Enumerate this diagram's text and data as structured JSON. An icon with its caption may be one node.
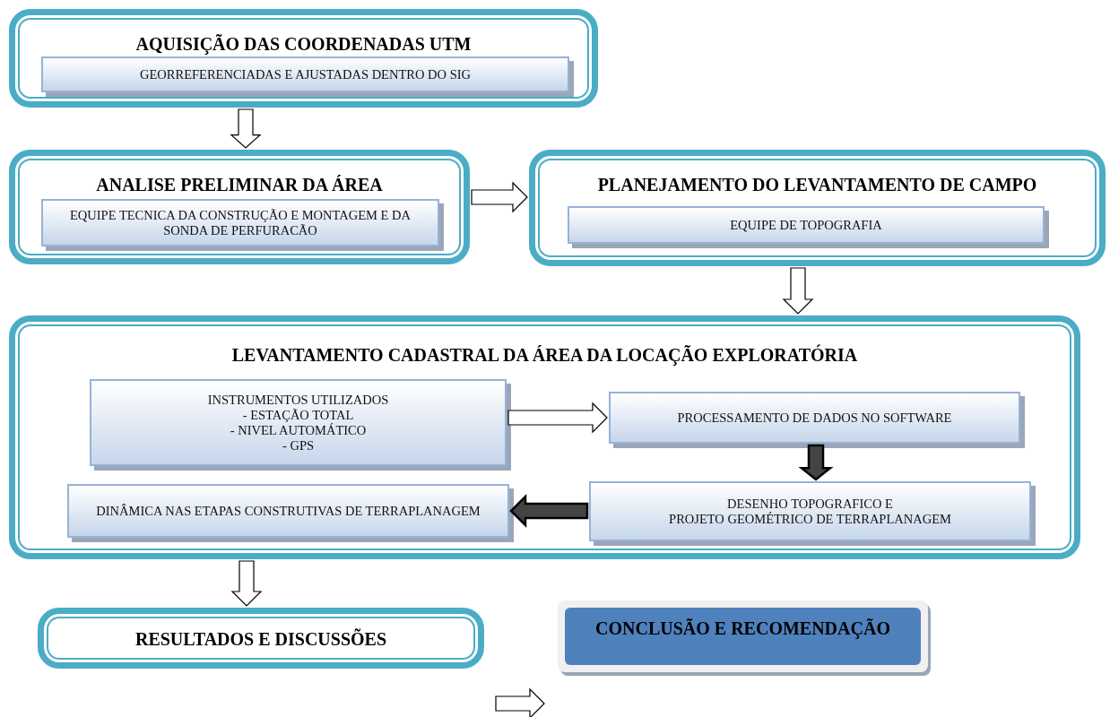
{
  "diagram": {
    "nodes": [
      {
        "text": [
          "AQUISIÇÃO DAS COORDENADAS UTM"
        ]
      },
      {
        "text": [
          "GEORREFERENCIADAS E AJUSTADAS DENTRO DO SIG"
        ],
        "in": 0
      },
      {
        "text": [
          "ANALISE PRELIMINAR DA ÁREA"
        ]
      },
      {
        "text": [
          "EQUIPE TECNICA DA CONSTRUÇÃO E MONTAGEM E DA SONDA DE PERFURACÃO"
        ],
        "in": 2
      },
      {
        "text": [
          "PLANEJAMENTO DO LEVANTAMENTO DE CAMPO"
        ]
      },
      {
        "text": [
          "EQUIPE DE TOPOGRAFIA"
        ],
        "in": 4
      },
      {
        "text": [
          "LEVANTAMENTO CADASTRAL DA ÁREA DA LOCAÇÃO EXPLORATÓRIA"
        ]
      },
      {
        "text": [
          "INSTRUMENTOS UTILIZADOS",
          "- ESTAÇÃO TOTAL",
          "- NIVEL AUTOMÁTICO",
          "- GPS"
        ],
        "in": 6
      },
      {
        "text": [
          "PROCESSAMENTO DE DADOS NO SOFTWARE"
        ],
        "in": 6
      },
      {
        "text": [
          "DESENHO TOPOGRAFICO E",
          "PROJETO GEOMÉTRICO DE TERRAPLANAGEM"
        ],
        "in": 6
      },
      {
        "text": [
          "DINÂMICA NAS ETAPAS CONSTRUTIVAS DE TERRAPLANAGEM"
        ],
        "in": 6
      },
      {
        "text": [
          "RESULTADOS E DISCUSSÕES"
        ]
      },
      {
        "text": [
          "CONCLUSÃO E RECOMENDAÇÃO"
        ]
      }
    ],
    "edges": [
      {
        "from": 0,
        "to": 2,
        "arrow": "to"
      },
      {
        "from": 2,
        "to": 4,
        "arrow": "to"
      },
      {
        "from": 4,
        "to": 6,
        "arrow": "to"
      },
      {
        "from": 7,
        "to": 8,
        "arrow": "to"
      },
      {
        "from": 8,
        "to": 9,
        "arrow": "to",
        "style": "thick"
      },
      {
        "from": 9,
        "to": 10,
        "arrow": "to",
        "style": "thick"
      },
      {
        "from": 6,
        "to": 11,
        "arrow": "to"
      }
    ]
  }
}
